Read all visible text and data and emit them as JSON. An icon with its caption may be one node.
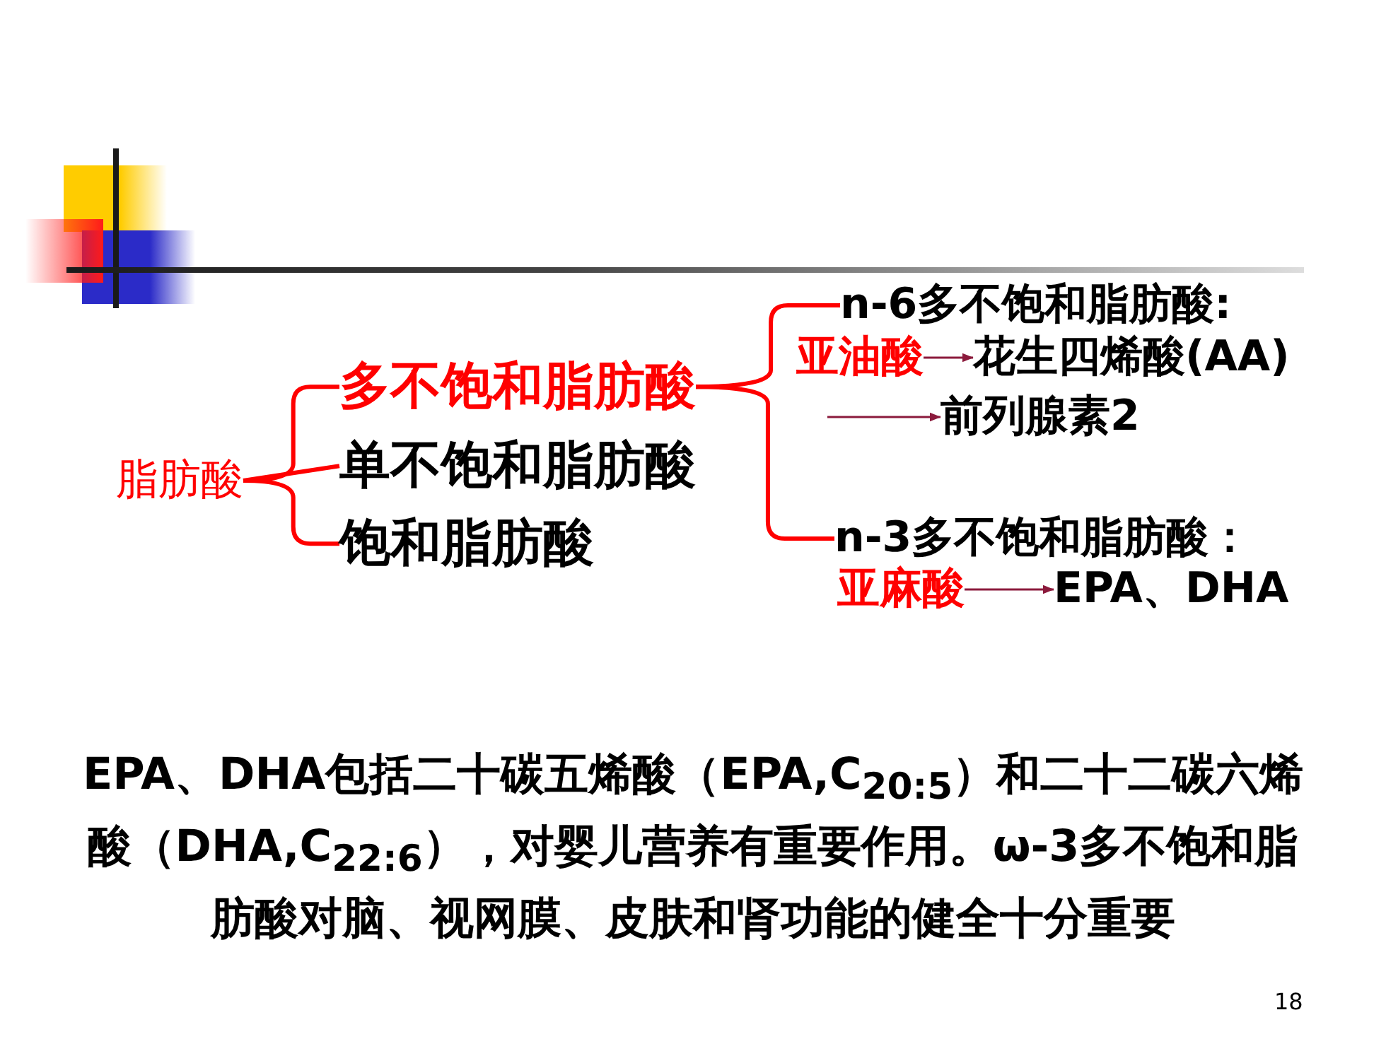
{
  "diagram": {
    "caption": "EPA、DHA包括二十碳五烯酸（EPA,C$_{20:5}$）和二十二碳六烯酸（DHA,C$_{22:6}$），对婴儿营养有重要作用。ω-3多不饱和脂肪酸对脑、视网膜、皮肤和肾功能的健全十分重要",
    "nodes": [
      {
        "text": [
          "脂肪酸"
        ]
      },
      {
        "text": [
          "多不饱和脂肪酸"
        ]
      },
      {
        "text": [
          "单不饱和脂肪酸"
        ]
      },
      {
        "text": [
          "饱和脂肪酸"
        ]
      },
      {
        "text": [
          "n-6多不饱和脂肪酸:"
        ]
      },
      {
        "text": [
          "亚油酸"
        ]
      },
      {
        "text": [
          "花生四烯酸(AA)"
        ]
      },
      {
        "text": [
          "前列腺素2"
        ]
      },
      {
        "text": [
          "n-3多不饱和脂肪酸："
        ]
      },
      {
        "text": [
          "亚麻酸"
        ]
      },
      {
        "text": [
          "EPA、DHA"
        ]
      }
    ],
    "edges": [
      {
        "from": 0,
        "to": 1,
        "arrow": "none"
      },
      {
        "from": 0,
        "to": 2,
        "arrow": "none"
      },
      {
        "from": 0,
        "to": 3,
        "arrow": "none"
      },
      {
        "from": 1,
        "to": 4,
        "arrow": "none"
      },
      {
        "from": 1,
        "to": 8,
        "arrow": "none"
      },
      {
        "from": 5,
        "to": 6,
        "arrow": "to",
        "color": "#8b1a3c"
      },
      {
        "from": null,
        "to": 7,
        "arrow": "to",
        "color": "#8b1a3c"
      },
      {
        "from": 9,
        "to": 10,
        "arrow": "to",
        "color": "#8b1a3c"
      }
    ],
    "labels": [
      "18"
    ]
  }
}
